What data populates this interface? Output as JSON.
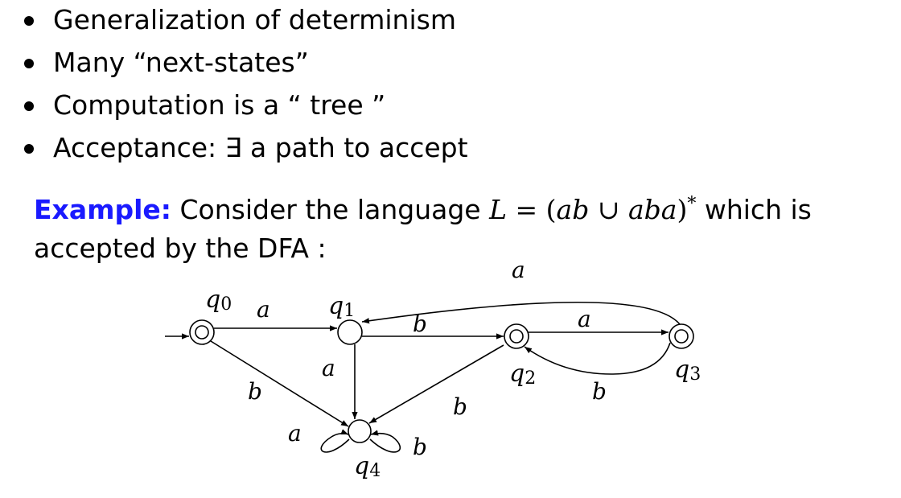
{
  "bullets": [
    "Generalization of determinism",
    "Many “next-states”",
    "Computation is a “ tree ”",
    "Acceptance: ∃ a path to accept"
  ],
  "example": {
    "label": "Example:",
    "text_before": "Consider the language",
    "L": "L",
    "eq": " = ",
    "expr_open": "(",
    "ab": "ab",
    "union": " ∪ ",
    "aba": "aba",
    "expr_close": ")",
    "star": "*",
    "text_after": "which is",
    "line2": "accepted by the DFA :"
  },
  "dfa": {
    "states": {
      "q0": {
        "name": "q",
        "sub": "0",
        "accepting": true,
        "start": true
      },
      "q1": {
        "name": "q",
        "sub": "1",
        "accepting": false,
        "start": false
      },
      "q2": {
        "name": "q",
        "sub": "2",
        "accepting": true,
        "start": false
      },
      "q3": {
        "name": "q",
        "sub": "3",
        "accepting": true,
        "start": false
      },
      "q4": {
        "name": "q",
        "sub": "4",
        "accepting": false,
        "start": false
      }
    },
    "transitions": {
      "q0_q1": "a",
      "q1_q2": "b",
      "q2_q3": "a",
      "q3_q1": "a",
      "q3_q2": "b",
      "q0_q4": "b",
      "q1_q4": "a",
      "q2_q4": "b",
      "q4_loop_left": "a",
      "q4_loop_right": "b"
    }
  }
}
